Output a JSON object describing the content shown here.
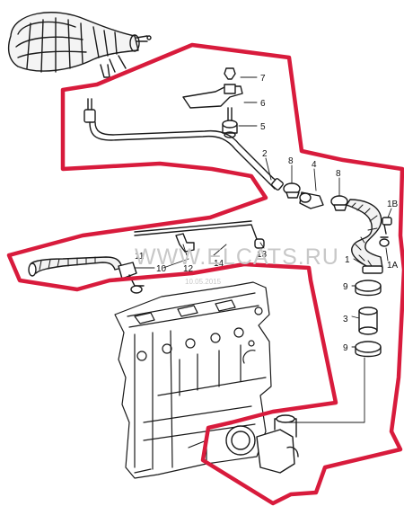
{
  "watermark": {
    "site": "WWW.ELCATS.RU",
    "date": "10.05.2015"
  },
  "callouts": {
    "c7": "7",
    "c6": "6",
    "c5": "5",
    "c2": "2",
    "c8a": "8",
    "c4": "4",
    "c8b": "8",
    "c1B": "1B",
    "c1A": "1A",
    "c1": "1",
    "c9a": "9",
    "c3": "3",
    "c9b": "9",
    "c11": "11",
    "c10": "10",
    "c12": "12",
    "c14": "14",
    "c13": "13"
  },
  "colors": {
    "highlight_outline": "#d81b3c",
    "line_art": "#1a1a1a",
    "watermark": "#c8c8c8"
  }
}
